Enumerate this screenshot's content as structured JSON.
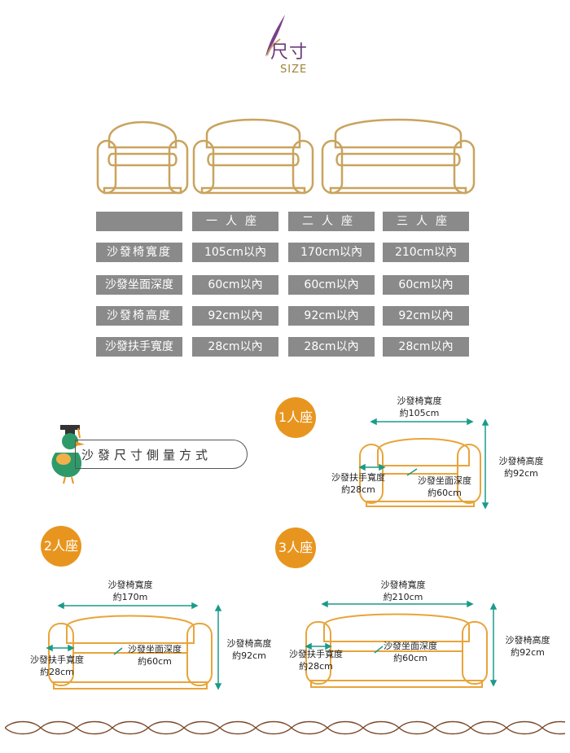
{
  "header": {
    "title": "尺寸",
    "subtitle": "SIZE"
  },
  "size_table": {
    "columns": [
      "一人座",
      "二人座",
      "三人座"
    ],
    "rows": [
      {
        "label": "沙發椅寬度",
        "values": [
          "105cm以內",
          "170cm以內",
          "210cm以內"
        ]
      },
      {
        "label": "沙發坐面深度",
        "values": [
          "60cm以內",
          "60cm以內",
          "60cm以內"
        ]
      },
      {
        "label": "沙發椅高度",
        "values": [
          "92cm以內",
          "92cm以內",
          "92cm以內"
        ]
      },
      {
        "label": "沙發扶手寬度",
        "values": [
          "28cm以內",
          "28cm以內",
          "28cm以內"
        ]
      }
    ]
  },
  "measure": {
    "title": "沙發尺寸側量方式",
    "one_seat": {
      "badge": "1人座",
      "width_label": "沙發椅寬度",
      "width_value": "約105cm",
      "height_label": "沙發椅高度",
      "height_value": "約92cm",
      "arm_label": "沙發扶手寬度",
      "arm_value": "約28cm",
      "depth_label": "沙發坐面深度",
      "depth_value": "約60cm"
    },
    "two_seat": {
      "badge": "2人座",
      "width_label": "沙發椅寬度",
      "width_value": "約170m",
      "height_label": "沙發椅高度",
      "height_value": "約92cm",
      "arm_label": "沙發扶手寬度",
      "arm_value": "約28cm",
      "depth_label": "沙發坐面深度",
      "depth_value": "約60cm"
    },
    "three_seat": {
      "badge": "3人座",
      "width_label": "沙發椅寬度",
      "width_value": "約210cm",
      "height_label": "沙發椅高度",
      "height_value": "約92cm",
      "arm_label": "沙發扶手寬度",
      "arm_value": "約28cm",
      "depth_label": "沙發坐面深度",
      "depth_value": "約60cm"
    }
  },
  "colors": {
    "sofa_outline": "#c9a35e",
    "sofa_measure_outline": "#e8a43a",
    "table_grey": "#8a8a8a",
    "badge": "#e8951f",
    "arrow": "#1a9a8a",
    "title_purple": "#6b3b7a",
    "mascot_green": "#2e9a6a"
  }
}
